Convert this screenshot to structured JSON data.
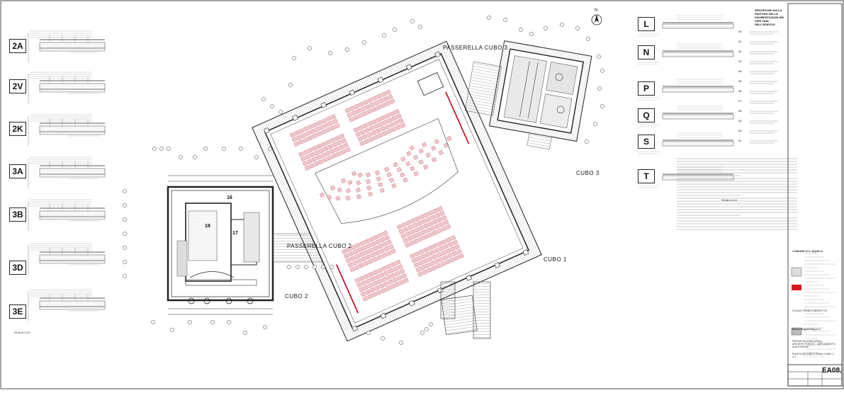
{
  "sheet": {
    "drawing_number": "EA08.",
    "scale_left": "SCALA 1:10",
    "scale_right": "SCALA 1:10",
    "north_label": "N"
  },
  "section_codes": {
    "left": [
      "2A",
      "2V",
      "2K",
      "3A",
      "3B",
      "3D",
      "3E"
    ],
    "right": [
      "L",
      "N",
      "P",
      "Q",
      "S",
      "T"
    ]
  },
  "plan_labels": {
    "passerella_cubo_3": "PASSERELLA CUBO 3",
    "passerella_cubo_2": "PASSERELLA CUBO 2",
    "cubo_1": "CUBO 1",
    "cubo_2": "CUBO 2",
    "cubo_3": "CUBO 3",
    "room_16": "16",
    "room_17": "17",
    "room_18": "18"
  },
  "specs": {
    "heading": "SPECIFICHE SULLA FINITURA DELLE PAVIMENTAZIONI NEI VARI VANI DELL'EDIFICIO",
    "numbers": [
      "50",
      "51",
      "52",
      "53",
      "54",
      "55",
      "56",
      "57",
      "58",
      "59",
      "60",
      "61"
    ]
  },
  "title_block": {
    "client": "COMUNE DI L'AQUILA",
    "project": "PROGETTO ESECUTIVO ARCHITETTONICO - AMPLIAMENTO AUDITORIUM",
    "company1": "Nexus Engineering s.r.l.",
    "company2": "STUDIO FRANCO BIGROTTA",
    "sheet_title": "PIANTA SECONDO PIANO CUBO 1-2-3"
  },
  "colors": {
    "seat_fill": "#f2c6cc",
    "seat_stroke": "#b0404f",
    "red_wall": "#c0001a",
    "line": "#222222",
    "hatch": "#8a8a8a"
  }
}
